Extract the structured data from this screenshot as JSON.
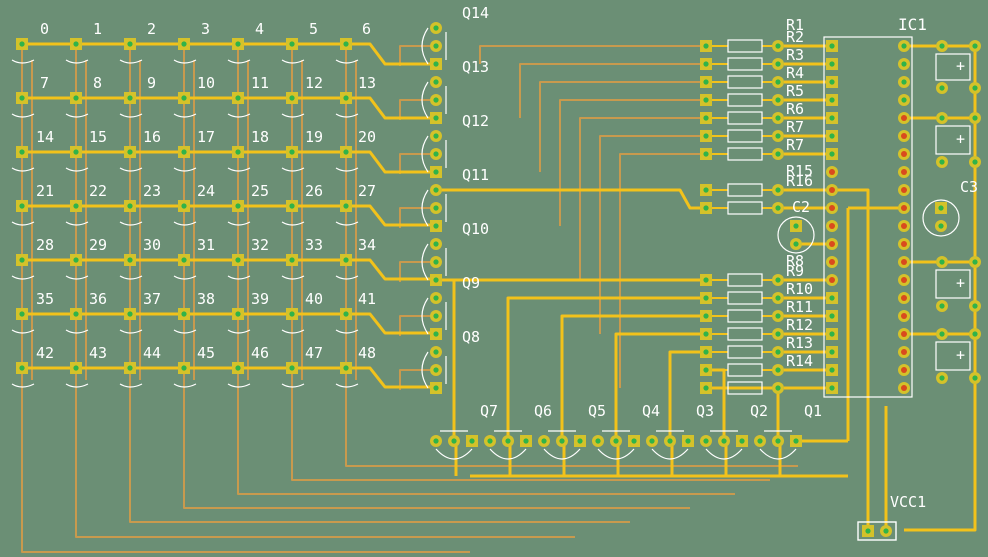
{
  "led_labels": [
    "0",
    "1",
    "2",
    "3",
    "4",
    "5",
    "6",
    "7",
    "8",
    "9",
    "10",
    "11",
    "12",
    "13",
    "14",
    "15",
    "16",
    "17",
    "18",
    "19",
    "20",
    "21",
    "22",
    "23",
    "24",
    "25",
    "26",
    "27",
    "28",
    "29",
    "30",
    "31",
    "32",
    "33",
    "34",
    "35",
    "36",
    "37",
    "38",
    "39",
    "40",
    "41",
    "42",
    "43",
    "44",
    "45",
    "46",
    "47",
    "48"
  ],
  "transistors_right": [
    "Q14",
    "Q13",
    "Q12",
    "Q11",
    "Q10",
    "Q9",
    "Q8"
  ],
  "transistors_bottom": [
    "Q7",
    "Q6",
    "Q5",
    "Q4",
    "Q3",
    "Q2",
    "Q1"
  ],
  "resistors_top": [
    "R1",
    "R2",
    "R3",
    "R4",
    "R5",
    "R6",
    "R7"
  ],
  "resistors_mid": [
    "R15",
    "R16"
  ],
  "resistors_bottom": [
    "R8",
    "R9",
    "R10",
    "R11",
    "R12",
    "R13",
    "R14"
  ],
  "ic_label": "IC1",
  "cap_c2": "C2",
  "cap_c3": "C3",
  "power_label": "VCC1",
  "colors": {
    "board": "#6b8f75",
    "trace_top": "#f2c21b",
    "trace_bottom": "#c89a4e",
    "pad": "#d4c22a",
    "pad_hole": "#2fb34a",
    "ic_pad_red": "#d94a1e",
    "silk": "#ffffff"
  }
}
